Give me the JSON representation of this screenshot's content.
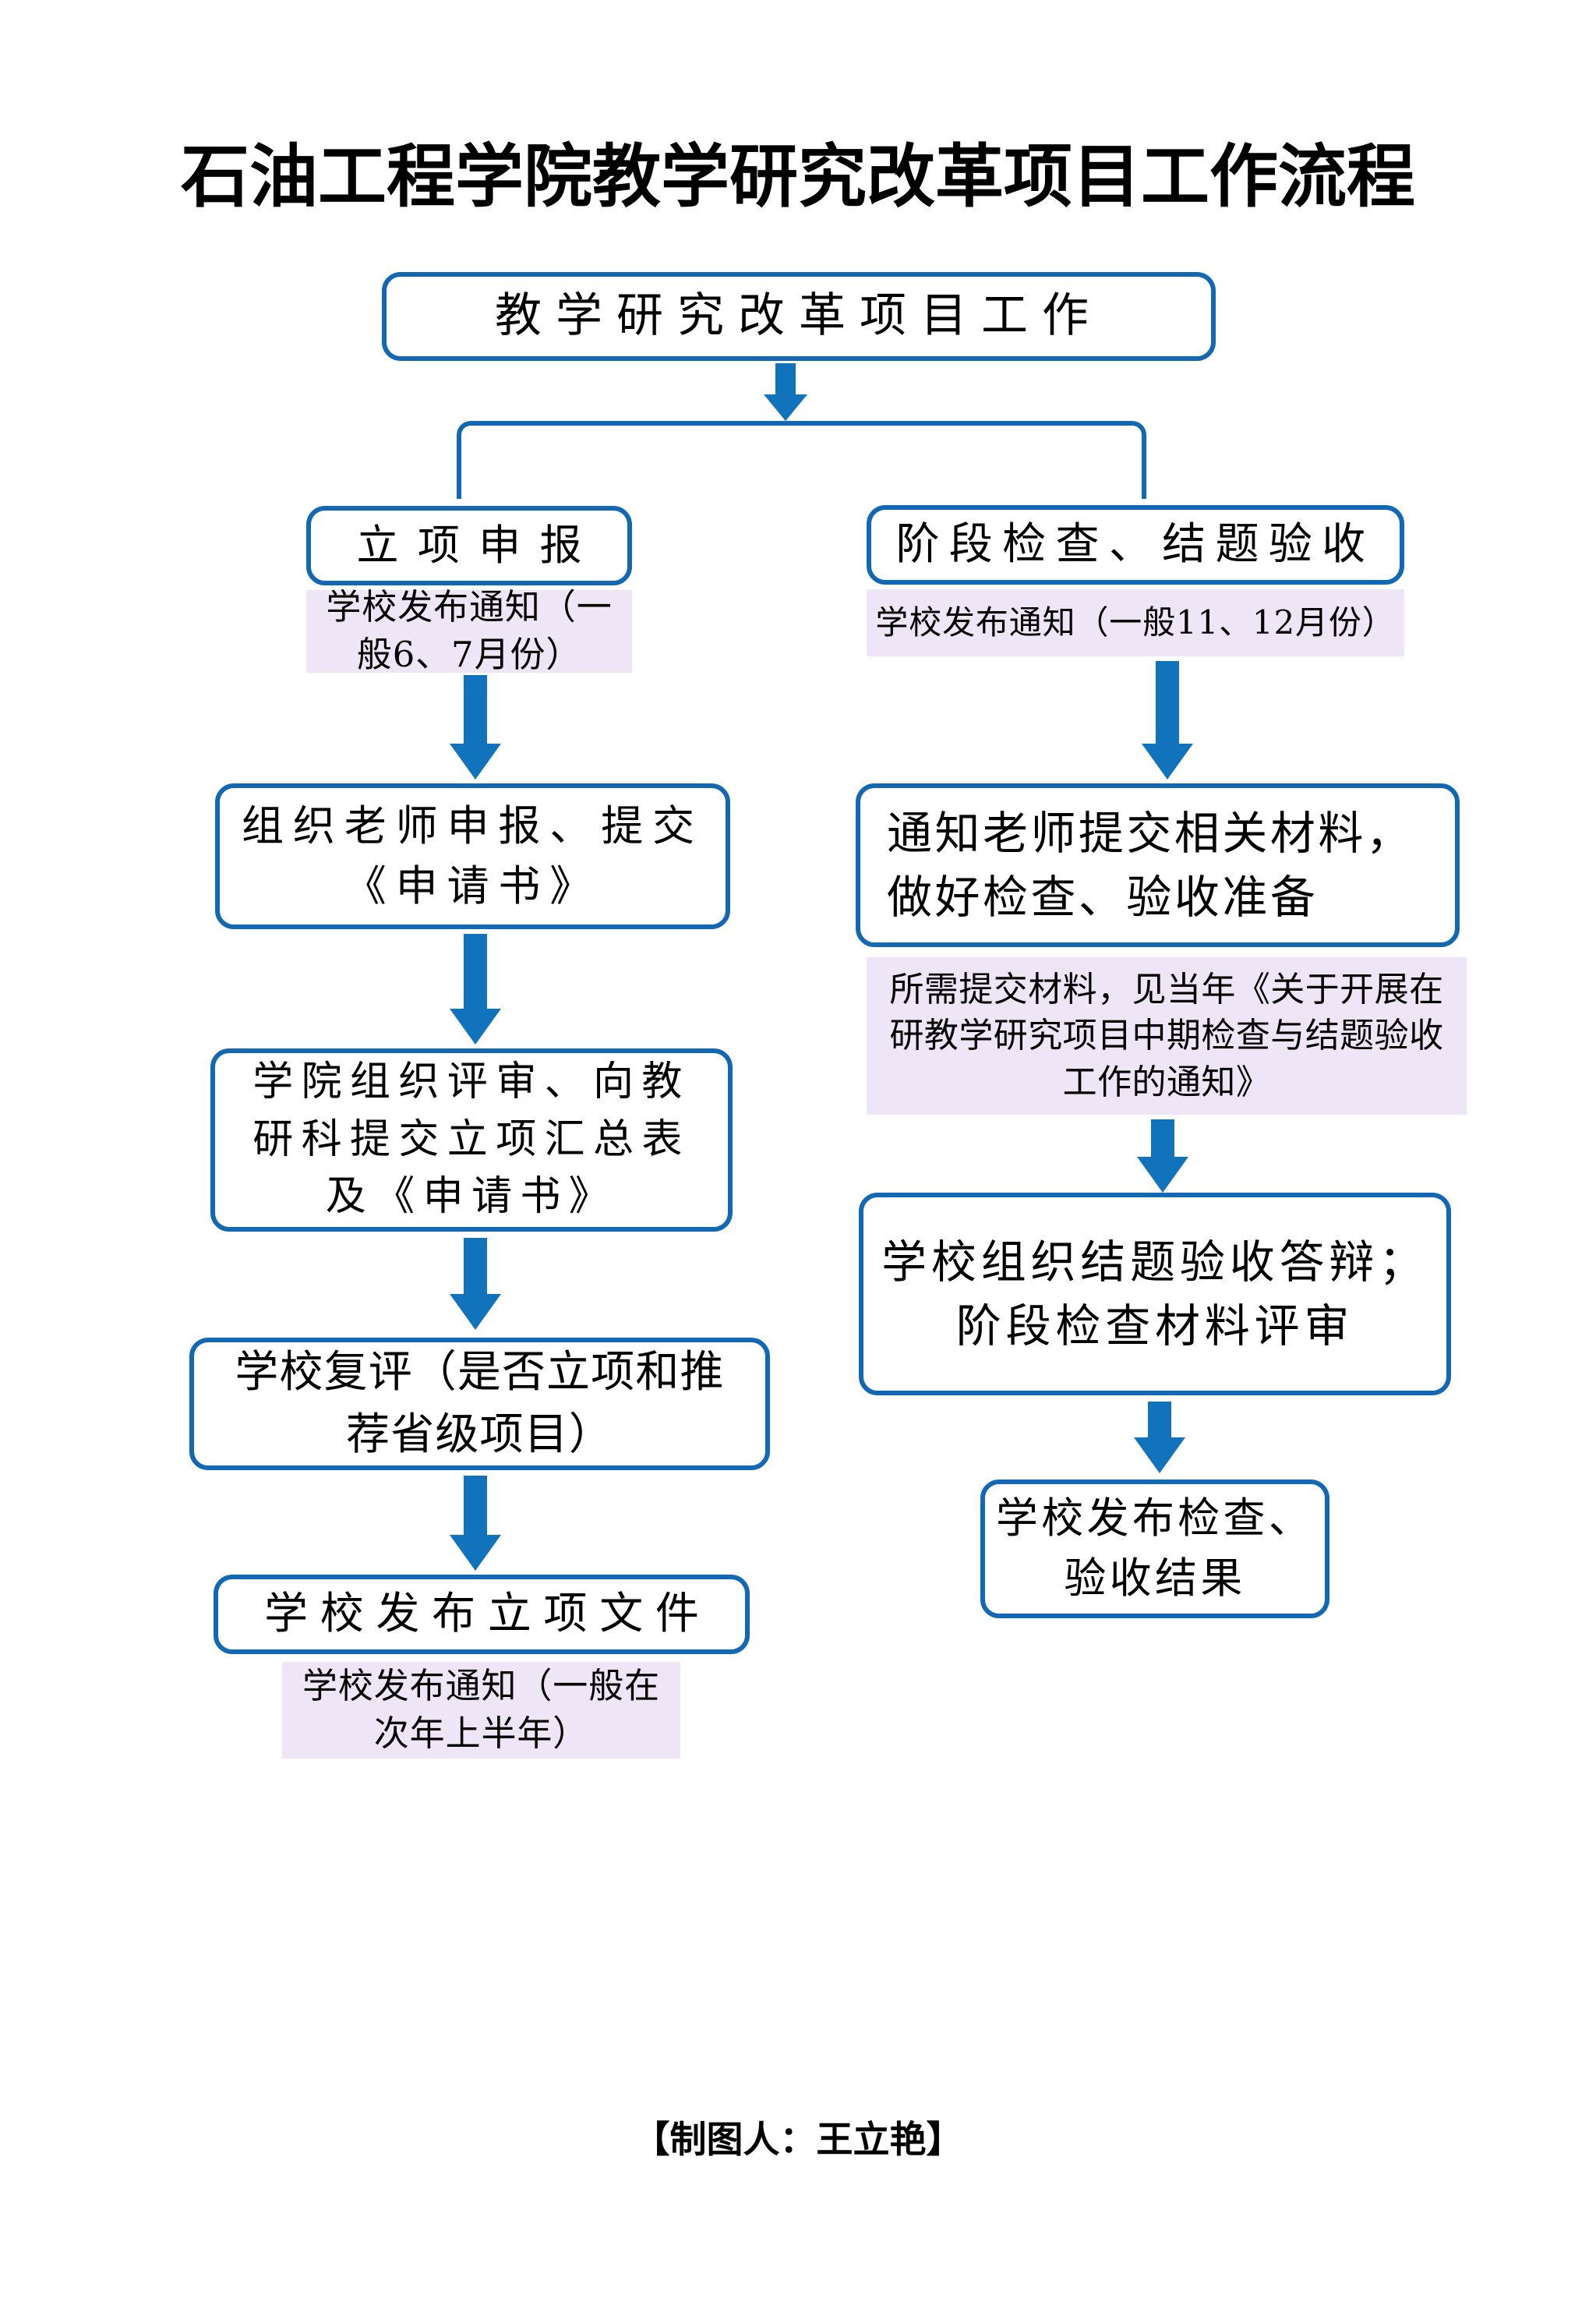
{
  "page": {
    "title": "石油工程学院教学研究改革项目工作流程",
    "footer": "【制图人：王立艳】"
  },
  "colors": {
    "line": "#1368B4",
    "arrow": "#1173BC",
    "notebg": "#EEE5F7",
    "ink": "#000000"
  },
  "flow": {
    "root": {
      "label": "教学研究改革项目工作"
    },
    "left": {
      "step1": {
        "label": "立项申报"
      },
      "note1": {
        "label": "学校发布通知（一\n般6、7月份）"
      },
      "step2": {
        "label": "组织老师申报、提交\n《申请书》"
      },
      "step3": {
        "label": "学院组织评审、向教\n研科提交立项汇总表\n及《申请书》"
      },
      "step4": {
        "label": "学校复评（是否立项和推\n荐省级项目）"
      },
      "step5": {
        "label": "学校发布立项文件"
      },
      "note2": {
        "label": "学校发布通知（一般在\n次年上半年）"
      }
    },
    "right": {
      "step1": {
        "label": "阶段检查、结题验收"
      },
      "note1": {
        "label": "学校发布通知（一般11、12月份）"
      },
      "step2": {
        "label": "通知老师提交相关材料，\n做好检查、验收准备"
      },
      "note2": {
        "label": "所需提交材料，见当年《关于开展在\n研教学研究项目中期检查与结题验收\n工作的通知》"
      },
      "step3": {
        "label": "学校组织结题验收答辩；\n阶段检查材料评审"
      },
      "step4": {
        "label": "学校发布检查、\n验收结果"
      }
    }
  }
}
